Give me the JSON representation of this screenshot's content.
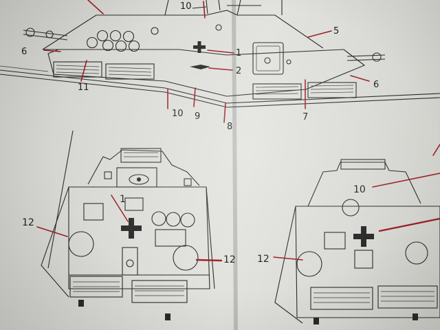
{
  "callouts": {
    "top": [
      "10",
      "5",
      "6",
      "1",
      "2",
      "11",
      "10",
      "9",
      "8",
      "7",
      "6"
    ],
    "bottom_left": [
      "1",
      "12",
      "12"
    ],
    "bottom_right": [
      "10",
      "12"
    ]
  }
}
